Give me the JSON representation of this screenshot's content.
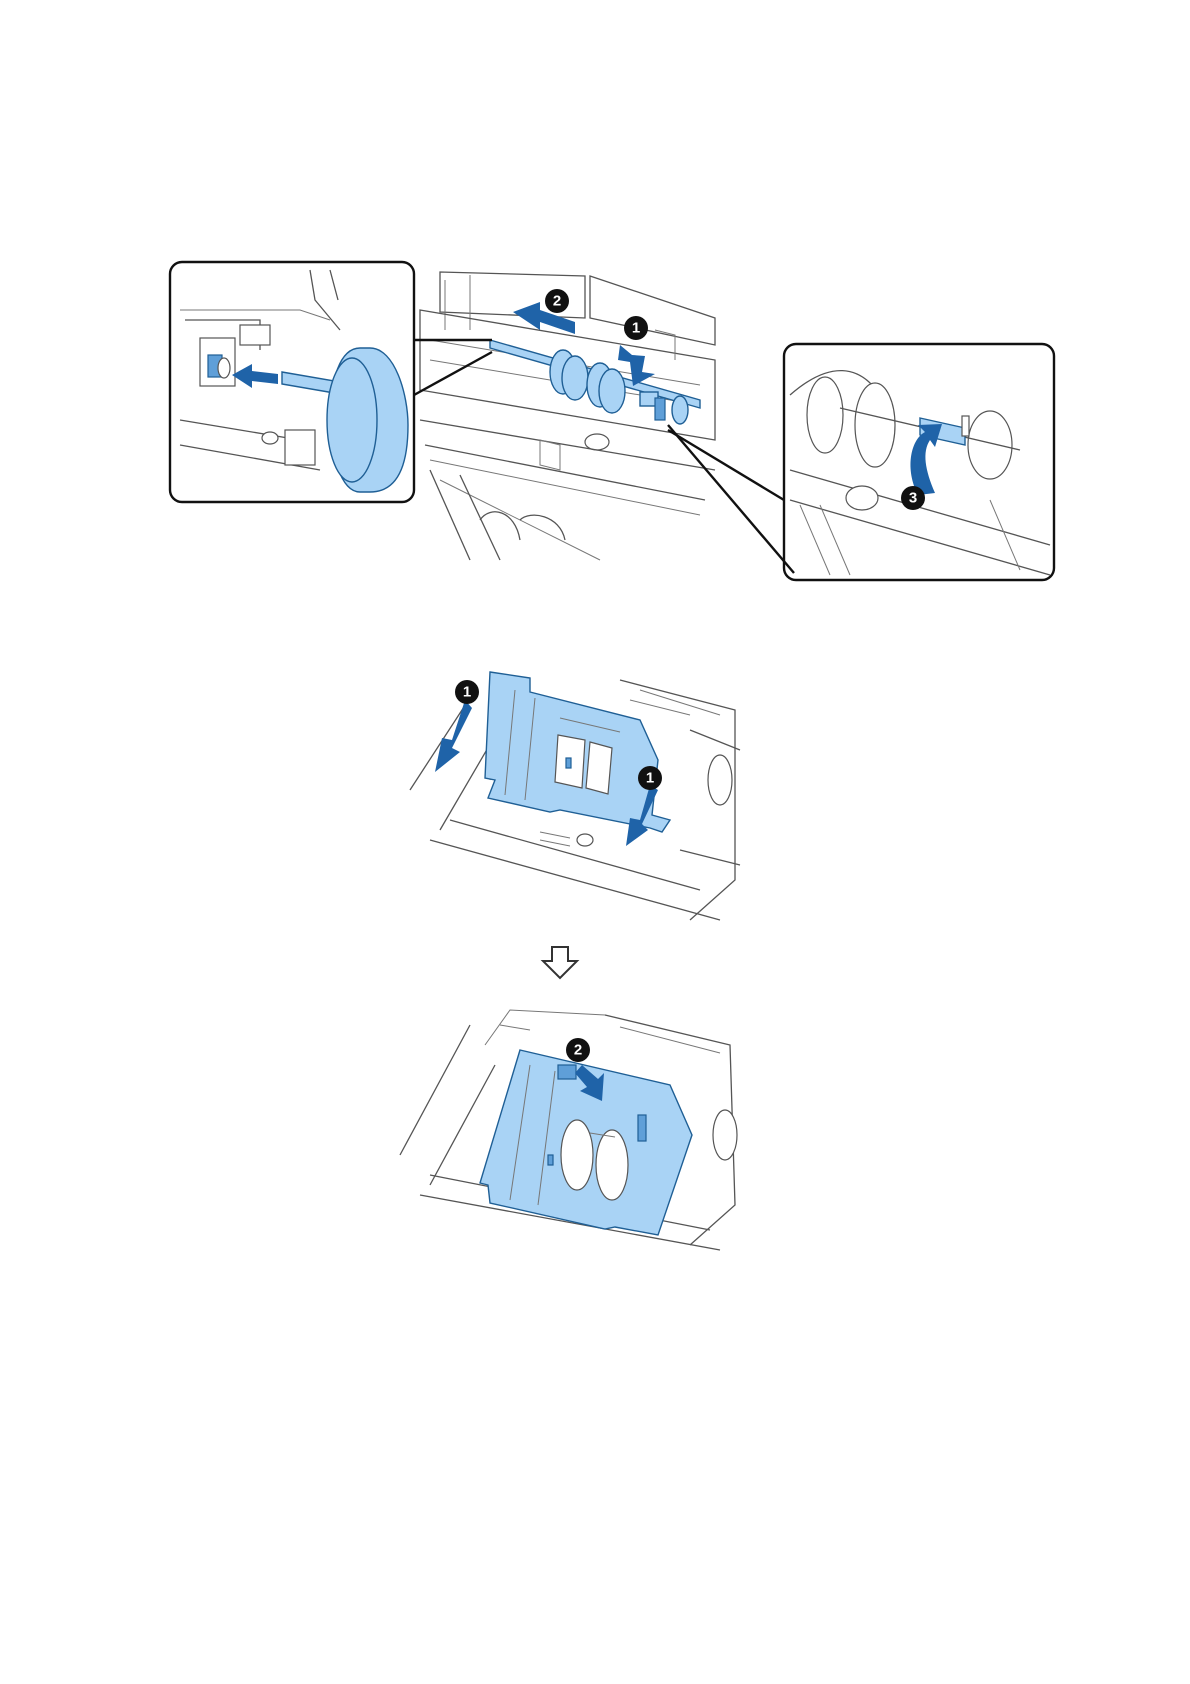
{
  "figure1": {
    "steps": {
      "s1": "1",
      "s2": "2",
      "s3": "3"
    }
  },
  "figure2": {
    "steps": {
      "s1a": "1",
      "s1b": "1"
    }
  },
  "flow_arrow": {
    "icon": "down-outline-arrow-icon"
  },
  "figure3": {
    "steps": {
      "s2": "2"
    }
  },
  "colors": {
    "part_fill": "#a9d3f5",
    "part_stroke": "#1f5f95",
    "arrow": "#1f63a8",
    "badge": "#111111"
  }
}
